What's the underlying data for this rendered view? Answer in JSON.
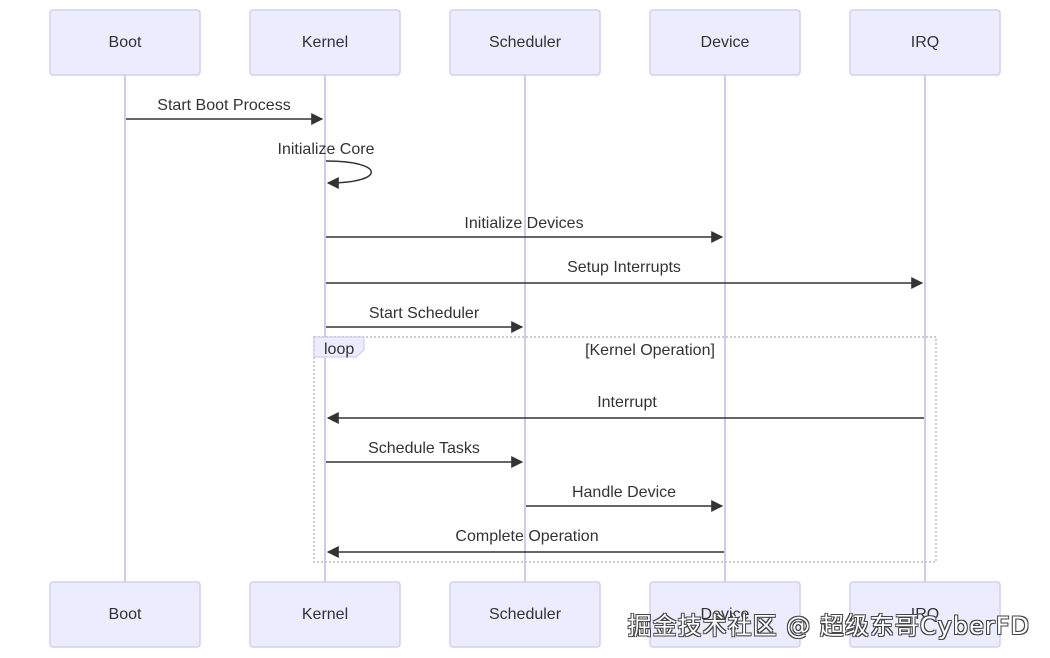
{
  "participants": [
    "Boot",
    "Kernel",
    "Scheduler",
    "Device",
    "IRQ"
  ],
  "messages": [
    {
      "from": "Boot",
      "to": "Kernel",
      "text": "Start Boot Process"
    },
    {
      "from": "Kernel",
      "to": "Kernel",
      "text": "Initialize Core"
    },
    {
      "from": "Kernel",
      "to": "Device",
      "text": "Initialize Devices"
    },
    {
      "from": "Kernel",
      "to": "IRQ",
      "text": "Setup Interrupts"
    },
    {
      "from": "Kernel",
      "to": "Scheduler",
      "text": "Start Scheduler"
    },
    {
      "from": "IRQ",
      "to": "Kernel",
      "text": "Interrupt"
    },
    {
      "from": "Kernel",
      "to": "Scheduler",
      "text": "Schedule Tasks"
    },
    {
      "from": "Scheduler",
      "to": "Device",
      "text": "Handle Device"
    },
    {
      "from": "Device",
      "to": "Kernel",
      "text": "Complete Operation"
    }
  ],
  "loop": {
    "keyword": "loop",
    "condition": "[Kernel Operation]"
  },
  "watermark": "掘金技术社区 @ 超级东哥CyberFD",
  "colors": {
    "actor_fill": "#ECECFF",
    "actor_border": "#D3CEF0",
    "lifeline": "#CECBEA",
    "arrow": "#333333",
    "loop_border": "#C9C9E3"
  }
}
